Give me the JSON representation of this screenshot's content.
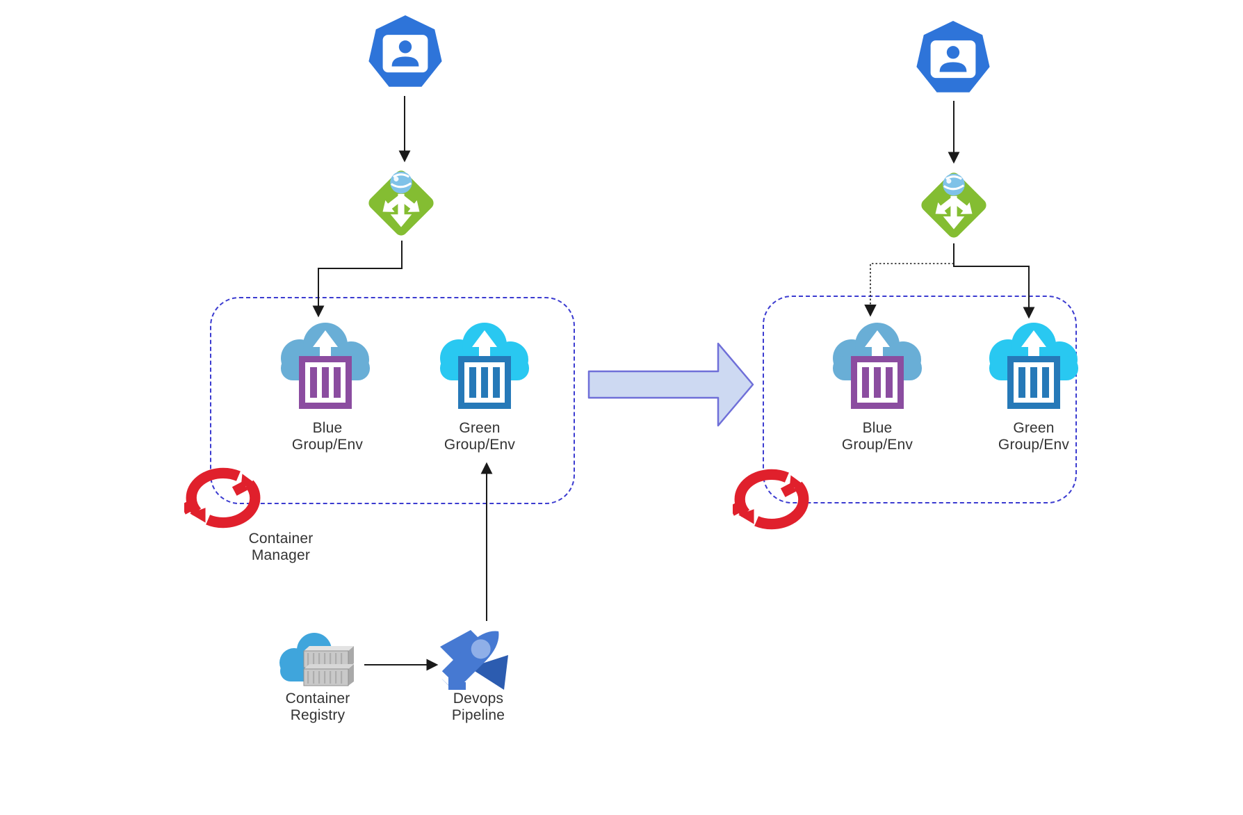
{
  "diagram_type": "blue-green-deployment-architecture",
  "colors": {
    "background": "#ffffff",
    "user_icon_blue": "#2E74D9",
    "traffic_manager_green": "#84BD32",
    "globe_blue": "#7FC2E8",
    "blue_env_cloud": "#69AED6",
    "blue_env_container": "#8B4DA0",
    "green_env_cloud": "#29C8F1",
    "green_env_container": "#2679B8",
    "container_manager_red": "#E0202C",
    "registry_cloud_blue": "#3FA5DC",
    "registry_container_gray": "#C9C9C9",
    "devops_blue": "#4679D2",
    "devops_light_blue": "#8FAFE8",
    "devops_dark_blue": "#2C5CB0",
    "transition_arrow_fill": "#CDD9F2",
    "transition_arrow_stroke": "#6F6FD8",
    "boundary_border": "#3B3BD0",
    "connector": "#1a1a1a",
    "label_text": "#333333"
  },
  "icons": {
    "user": "user-icon",
    "traffic_manager": "traffic-manager-icon",
    "blue_env": "cloud-container-icon",
    "green_env": "cloud-container-icon",
    "container_manager": "circular-arrows-icon",
    "container_registry": "cloud-registry-icon",
    "devops_pipeline": "rocket-icon",
    "transition": "right-arrow"
  },
  "before": {
    "blue_env": {
      "line1": "Blue",
      "line2": "Group/Env"
    },
    "green_env": {
      "line1": "Green",
      "line2": "Group/Env"
    },
    "container_manager": {
      "line1": "Container",
      "line2": "Manager"
    },
    "container_registry": {
      "line1": "Container",
      "line2": "Registry"
    },
    "devops_pipeline": {
      "line1": "Devops",
      "line2": "Pipeline"
    }
  },
  "after": {
    "blue_env": {
      "line1": "Blue",
      "line2": "Group/Env"
    },
    "green_env": {
      "line1": "Green",
      "line2": "Group/Env"
    }
  }
}
